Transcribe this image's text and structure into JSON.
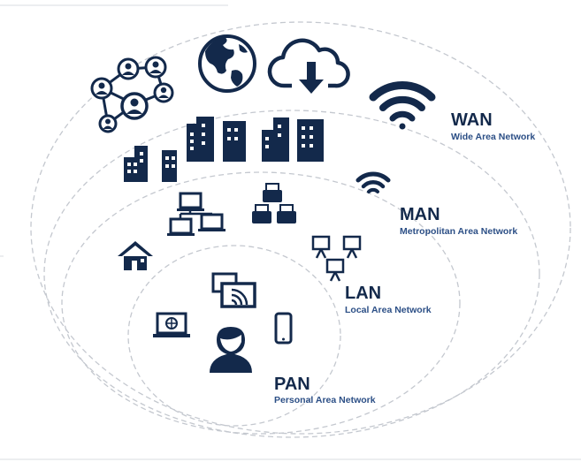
{
  "colors": {
    "primary": "#13294b",
    "label_small": "#2c4f86",
    "ring": "#c4c8cf"
  },
  "networks": [
    {
      "abbr": "WAN",
      "name": "Wide Area Network"
    },
    {
      "abbr": "MAN",
      "name": "Metropolitan Area Network"
    },
    {
      "abbr": "LAN",
      "name": "Local Area Network"
    },
    {
      "abbr": "PAN",
      "name": "Personal Area Network"
    }
  ],
  "icons": {
    "wan": [
      "people-network-icon",
      "globe-icon",
      "cloud-download-icon",
      "wifi-icon"
    ],
    "man": [
      "buildings-icon",
      "wifi-icon"
    ],
    "lan": [
      "computers-network-icon",
      "printers-icon",
      "home-icon",
      "presentation-boards-icon"
    ],
    "pan": [
      "screen-cast-icon",
      "laptop-icon",
      "smartphone-icon",
      "user-icon"
    ]
  }
}
